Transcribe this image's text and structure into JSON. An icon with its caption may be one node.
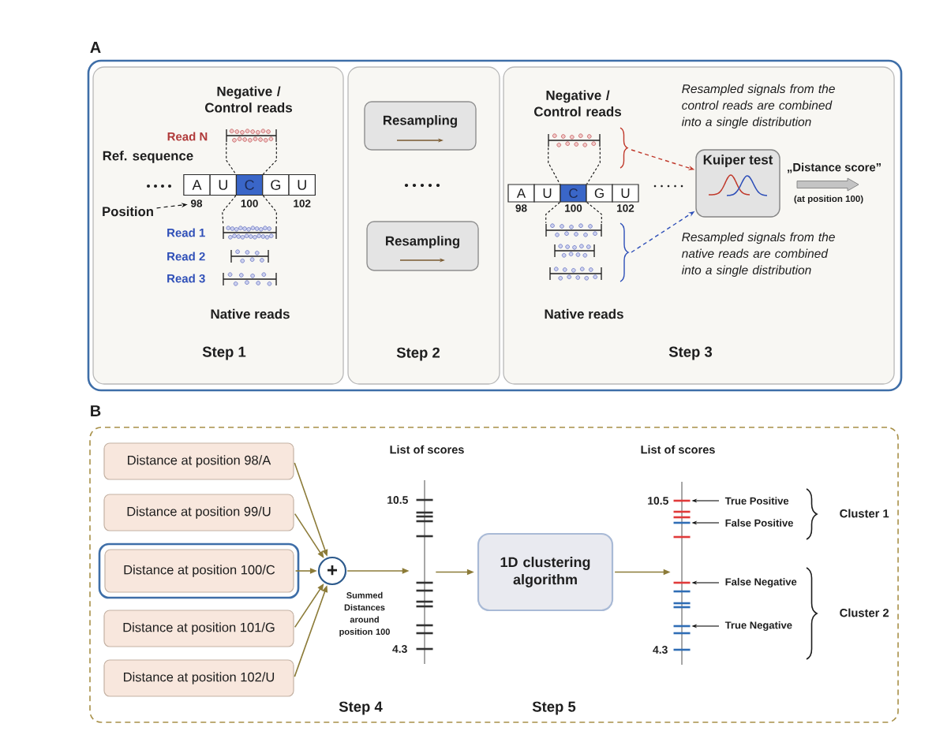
{
  "diagram": {
    "nodes": [
      {
        "text": [
          "A"
        ]
      },
      {
        "text": [
          "Step 1"
        ],
        "in": 0
      },
      {
        "text": [
          "Step 2"
        ],
        "in": 0
      },
      {
        "text": [
          "Step 3"
        ],
        "in": 0
      },
      {
        "text": [
          "Position"
        ],
        "in": 1
      },
      {
        "text": [
          "98"
        ],
        "in": 1
      },
      {
        "text": [],
        "shape": "bar",
        "beside": [
          "Read N"
        ],
        "in": 1
      },
      {
        "text": [
          "A"
        ],
        "in": 1
      },
      {
        "text": [
          "U"
        ],
        "in": 1
      },
      {
        "text": [
          "C"
        ],
        "in": 1
      },
      {
        "text": [
          "G"
        ],
        "in": 1
      },
      {
        "text": [
          "U"
        ],
        "in": 1
      },
      {
        "text": [],
        "shape": "bar",
        "beside": [
          "Read 1"
        ],
        "in": 1
      },
      {
        "text": [],
        "shape": "bar",
        "beside": [
          "Read 2"
        ],
        "in": 1
      },
      {
        "text": [],
        "shape": "bar",
        "beside": [
          "Read 3"
        ],
        "in": 1
      },
      {
        "text": [
          "Resampling"
        ],
        "in": 2
      },
      {
        "text": [
          "Resampling"
        ],
        "in": 2
      },
      {
        "text": [],
        "shape": "bar",
        "in": 3
      },
      {
        "text": [
          "A"
        ],
        "in": 3
      },
      {
        "text": [
          "U"
        ],
        "in": 3
      },
      {
        "text": [
          "C"
        ],
        "in": 3
      },
      {
        "text": [
          "G"
        ],
        "in": 3
      },
      {
        "text": [
          "U"
        ],
        "in": 3
      },
      {
        "text": [],
        "shape": "bar",
        "in": 3
      },
      {
        "text": [],
        "shape": "bar",
        "in": 3
      },
      {
        "text": [],
        "shape": "bar",
        "in": 3
      },
      {
        "text": [
          "Kuiper test"
        ],
        "in": 3
      },
      {
        "text": [
          "B"
        ]
      },
      {
        "text": [
          "Distance at position 98/A"
        ],
        "in": 27
      },
      {
        "text": [
          "Distance at position 99/U"
        ],
        "in": 27
      },
      {
        "text": [],
        "shape": "box",
        "in": 27
      },
      {
        "text": [
          "Distance at position 100/C"
        ],
        "in": 30
      },
      {
        "text": [
          "Distance at position 101/G"
        ],
        "in": 27
      },
      {
        "text": [
          "Distance at position 102/U"
        ],
        "in": 27
      },
      {
        "text": [
          "+"
        ],
        "in": 27
      },
      {
        "text": [
          "List of scores",
          "10.5",
          "4.3"
        ],
        "in": 27
      },
      {
        "text": [
          "1D clustering algorithm"
        ],
        "in": 27
      },
      {
        "text": [
          "List of scores",
          "10.5",
          "4.3"
        ],
        "in": 27
      },
      {
        "text": [
          "True Positive"
        ],
        "in": 27
      },
      {
        "text": [
          "False Positive"
        ],
        "in": 27
      },
      {
        "text": [
          "False Negative"
        ],
        "in": 27
      },
      {
        "text": [
          "True Negative"
        ],
        "in": 27
      },
      {
        "text": [
          "„Distance score”",
          "(at position 100)"
        ],
        "in": 3
      }
    ],
    "edges": [
      {
        "from": 4,
        "to": 5,
        "arrow": "to",
        "style": "dashed"
      },
      {
        "from": 6,
        "to": 9,
        "arrow": "none",
        "style": "dashed"
      },
      {
        "from": 6,
        "to": 9,
        "arrow": "none",
        "style": "dashed"
      },
      {
        "from": 9,
        "to": 12,
        "arrow": "none",
        "style": "dashed"
      },
      {
        "from": 9,
        "to": 12,
        "arrow": "none",
        "style": "dashed"
      },
      {
        "from": 17,
        "to": 20,
        "arrow": "none",
        "style": "dashed"
      },
      {
        "from": 17,
        "to": 20,
        "arrow": "none",
        "style": "dashed"
      },
      {
        "from": 20,
        "to": 23,
        "arrow": "none",
        "style": "dashed"
      },
      {
        "from": 20,
        "to": 23,
        "arrow": "none",
        "style": "dashed"
      },
      {
        "from": null,
        "to": 26,
        "arrow": "to",
        "style": "dashed",
        "color": "#c0392b"
      },
      {
        "from": null,
        "to": 26,
        "arrow": "to",
        "style": "dashed",
        "color": "#2e4fb8"
      },
      {
        "from": 28,
        "to": 34,
        "arrow": "to",
        "color": "#8c7b38"
      },
      {
        "from": 29,
        "to": 34,
        "arrow": "to",
        "color": "#8c7b38"
      },
      {
        "from": 31,
        "to": 34,
        "arrow": "to",
        "color": "#8c7b38"
      },
      {
        "from": 32,
        "to": 34,
        "arrow": "to",
        "color": "#8c7b38"
      },
      {
        "from": 33,
        "to": 34,
        "arrow": "to",
        "color": "#8c7b38"
      },
      {
        "from": 34,
        "to": 35,
        "arrow": "to",
        "color": "#8c7b38"
      },
      {
        "from": 35,
        "to": 36,
        "arrow": "to",
        "color": "#8c7b38"
      },
      {
        "from": 36,
        "to": 37,
        "arrow": "to",
        "color": "#8c7b38"
      },
      {
        "from": 38,
        "to": 37,
        "arrow": "to"
      },
      {
        "from": 39,
        "to": 37,
        "arrow": "to"
      },
      {
        "from": 40,
        "to": 37,
        "arrow": "to"
      },
      {
        "from": 41,
        "to": 37,
        "arrow": "to"
      }
    ],
    "labels": [
      "Negative / Control reads",
      "Ref. sequence",
      "100",
      "102",
      "Native reads",
      "Negative / Control reads",
      "Resampled signals from the control reads are combined into a single distribution",
      "98",
      "100",
      "102",
      "Resampled signals from the native reads are combined into a single distribution",
      "Native reads",
      "Summed Distances around position 100",
      "Cluster 1",
      "Cluster 2",
      "Step 4",
      "Step 5"
    ]
  }
}
